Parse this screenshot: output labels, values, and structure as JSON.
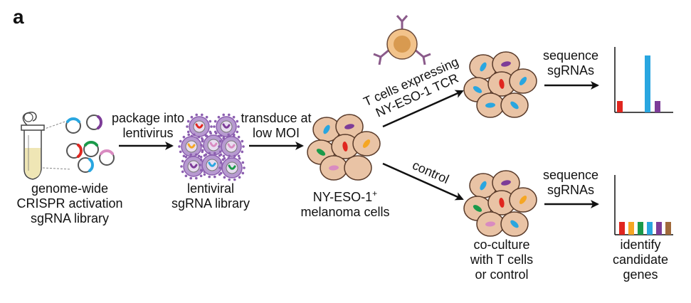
{
  "panel_letter": "a",
  "labels": {
    "library": [
      "genome-wide",
      "CRISPR activation",
      "sgRNA library"
    ],
    "lentiviral": [
      "lentiviral",
      "sgRNA library"
    ],
    "melanoma": [
      "NY-ESO-1",
      "melanoma cells"
    ],
    "melanoma_sup": "+",
    "coculture": [
      "co-culture",
      "with T cells",
      "or control"
    ],
    "identify": [
      "identify",
      "candidate",
      "genes"
    ]
  },
  "arrows": {
    "package": [
      "package into",
      "lentivirus"
    ],
    "transduce": [
      "transduce at",
      "low MOI"
    ],
    "tcells": [
      "T cells expressing",
      "NY-ESO-1 TCR"
    ],
    "control": "control",
    "sequence_top": [
      "sequence",
      "sgRNAs"
    ],
    "sequence_bottom": [
      "sequence",
      "sgRNAs"
    ]
  },
  "colors": {
    "cell_fill": "#e9c3a5",
    "cell_stroke": "#5a3b2a",
    "red": "#e0261f",
    "orange": "#f5a623",
    "green": "#1a9a4a",
    "blue": "#29a6e0",
    "purple": "#7d3c98",
    "brown": "#a0693b",
    "pink": "#d98bc1",
    "virus": "#8c5fb0"
  },
  "chart_data": [
    {
      "type": "bar",
      "categories": [
        "red",
        "blue",
        "purple"
      ],
      "values": [
        0.2,
        1.0,
        0.2
      ]
    },
    {
      "type": "bar",
      "categories": [
        "red",
        "orange",
        "green",
        "blue",
        "purple",
        "brown"
      ],
      "values": [
        1,
        1,
        1,
        1,
        1,
        1
      ]
    }
  ]
}
